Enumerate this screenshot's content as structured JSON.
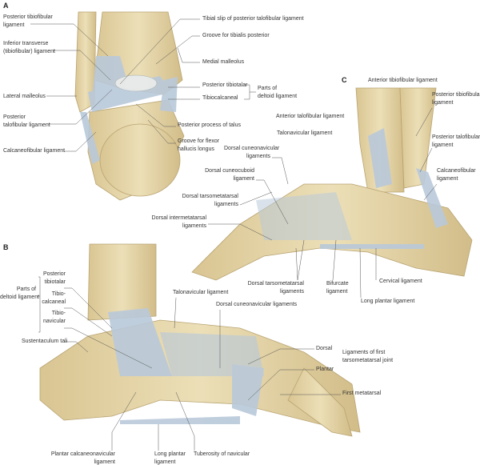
{
  "panels": {
    "a": "A",
    "b": "B",
    "c": "C"
  },
  "colors": {
    "bone": "#e6d6a8",
    "bone_shade": "#cdb988",
    "ligament": "#b9c9da",
    "leader": "#555555"
  },
  "panel_a": {
    "posterior_tibiofibular": [
      "Posterior tibiofibular",
      "ligament"
    ],
    "inferior_transverse": [
      "Inferior transverse",
      "(tibiofibular) ligament"
    ],
    "lateral_malleolus": "Lateral malleolus",
    "posterior_talofibular": [
      "Posterior",
      "talofibular ligament"
    ],
    "calcaneofibular": "Calcaneofibular ligament",
    "tibial_slip": "Tibial slip of posterior talofibular ligament",
    "groove_tibialis": "Groove for tibialis posterior",
    "medial_malleolus": "Medial malleolus",
    "posterior_tibiotalar": "Posterior tibiotalar",
    "tibiocalcaneal": "Tibiocalcaneal",
    "parts_deltoid": [
      "Parts of",
      "deltoid ligament"
    ],
    "posterior_process": "Posterior process of talus",
    "groove_fhl": [
      "Groove for flexor",
      "hallucis longus"
    ]
  },
  "panel_c": {
    "anterior_tibiofibular": "Anterior tibiofibular ligament",
    "posterior_tibiofibular": [
      "Posterior tibiofibular",
      "ligament"
    ],
    "posterior_talofibular": [
      "Posterior talofibular",
      "ligament"
    ],
    "calcaneofibular": [
      "Calcaneofibular",
      "ligament"
    ],
    "anterior_talofibular": "Anterior talofibular ligament",
    "talonavicular": "Talonavicular ligament",
    "dorsal_cuneonavicular": [
      "Dorsal cuneonavicular",
      "ligaments"
    ],
    "dorsal_cuneocuboid": [
      "Dorsal cuneocuboid",
      "ligament"
    ],
    "dorsal_tarsometatarsal_upper": [
      "Dorsal tarsometatarsal",
      "ligaments"
    ],
    "dorsal_intermetatarsal": [
      "Dorsal intermetatarsal",
      "ligaments"
    ],
    "dorsal_tarsometatarsal_lower": [
      "Dorsal tarsometatarsal",
      "ligaments"
    ],
    "bifurcate": [
      "Bifurcate",
      "ligament"
    ],
    "cervical": "Cervical ligament",
    "long_plantar": "Long plantar ligament"
  },
  "panel_b": {
    "parts_deltoid": [
      "Parts of",
      "deltoid ligament"
    ],
    "posterior_tibiotalar": [
      "Posterior",
      "tibiotalar"
    ],
    "tibiocalcaneal": [
      "Tibio-",
      "calcaneal"
    ],
    "tibionavicular": [
      "Tibio-",
      "navicular"
    ],
    "sustentaculum": "Sustentaculum tali",
    "talonavicular": "Talonavicular ligament",
    "dorsal_cuneonavicular": "Dorsal cuneonavicular ligaments",
    "dorsal": "Dorsal",
    "plantar": "Plantar",
    "ligaments_first_tmt": [
      "Ligaments of first",
      "tarsometatarsal joint"
    ],
    "first_metatarsal": "First metatarsal",
    "plantar_calcaneonavicular": [
      "Plantar calcaneonavicular",
      "ligament"
    ],
    "long_plantar": [
      "Long plantar",
      "ligament"
    ],
    "tuberosity_navicular": "Tuberosity of navicular"
  }
}
